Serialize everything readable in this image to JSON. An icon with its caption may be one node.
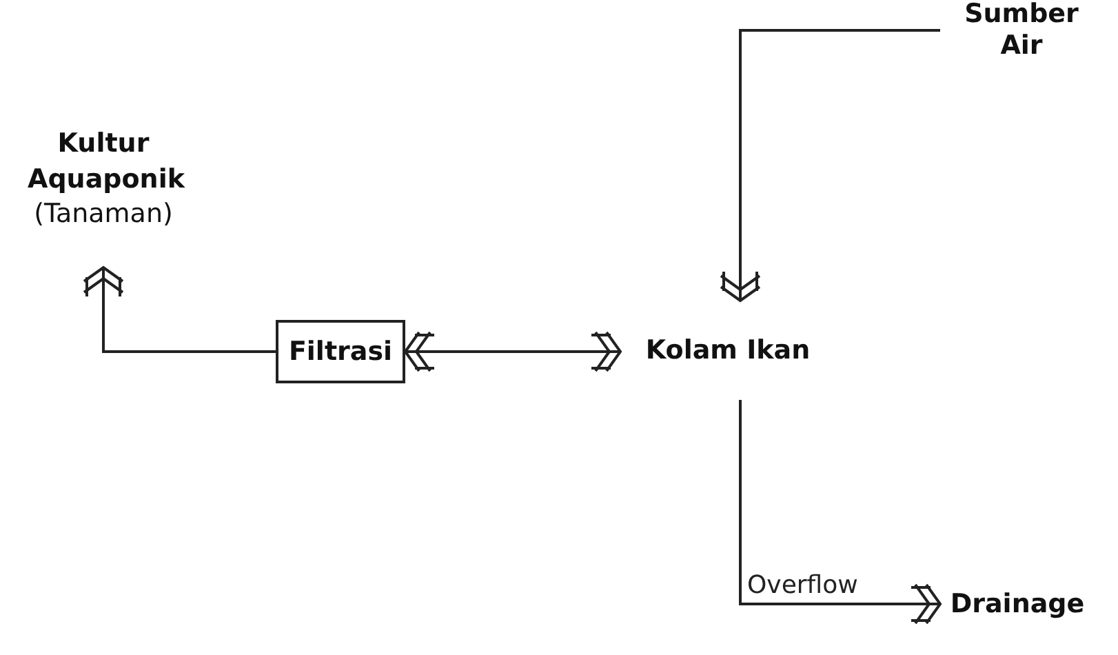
{
  "diagram": {
    "nodes": [
      {
        "text": [
          "Sumber Air"
        ]
      },
      {
        "text": [
          "Kultur Aquaponik",
          "(Tanaman)"
        ]
      },
      {
        "text": [
          "Filtrasi"
        ]
      },
      {
        "text": [
          "Kolam Ikan"
        ]
      },
      {
        "text": [
          "Drainage"
        ]
      }
    ],
    "edges": [
      {
        "from": 0,
        "to": 3,
        "arrow": "to"
      },
      {
        "from": 2,
        "to": 1,
        "arrow": "to"
      },
      {
        "from": 2,
        "to": 3,
        "arrow": "both"
      },
      {
        "from": 3,
        "to": 4,
        "label": "Overflow",
        "arrow": "to"
      }
    ]
  }
}
